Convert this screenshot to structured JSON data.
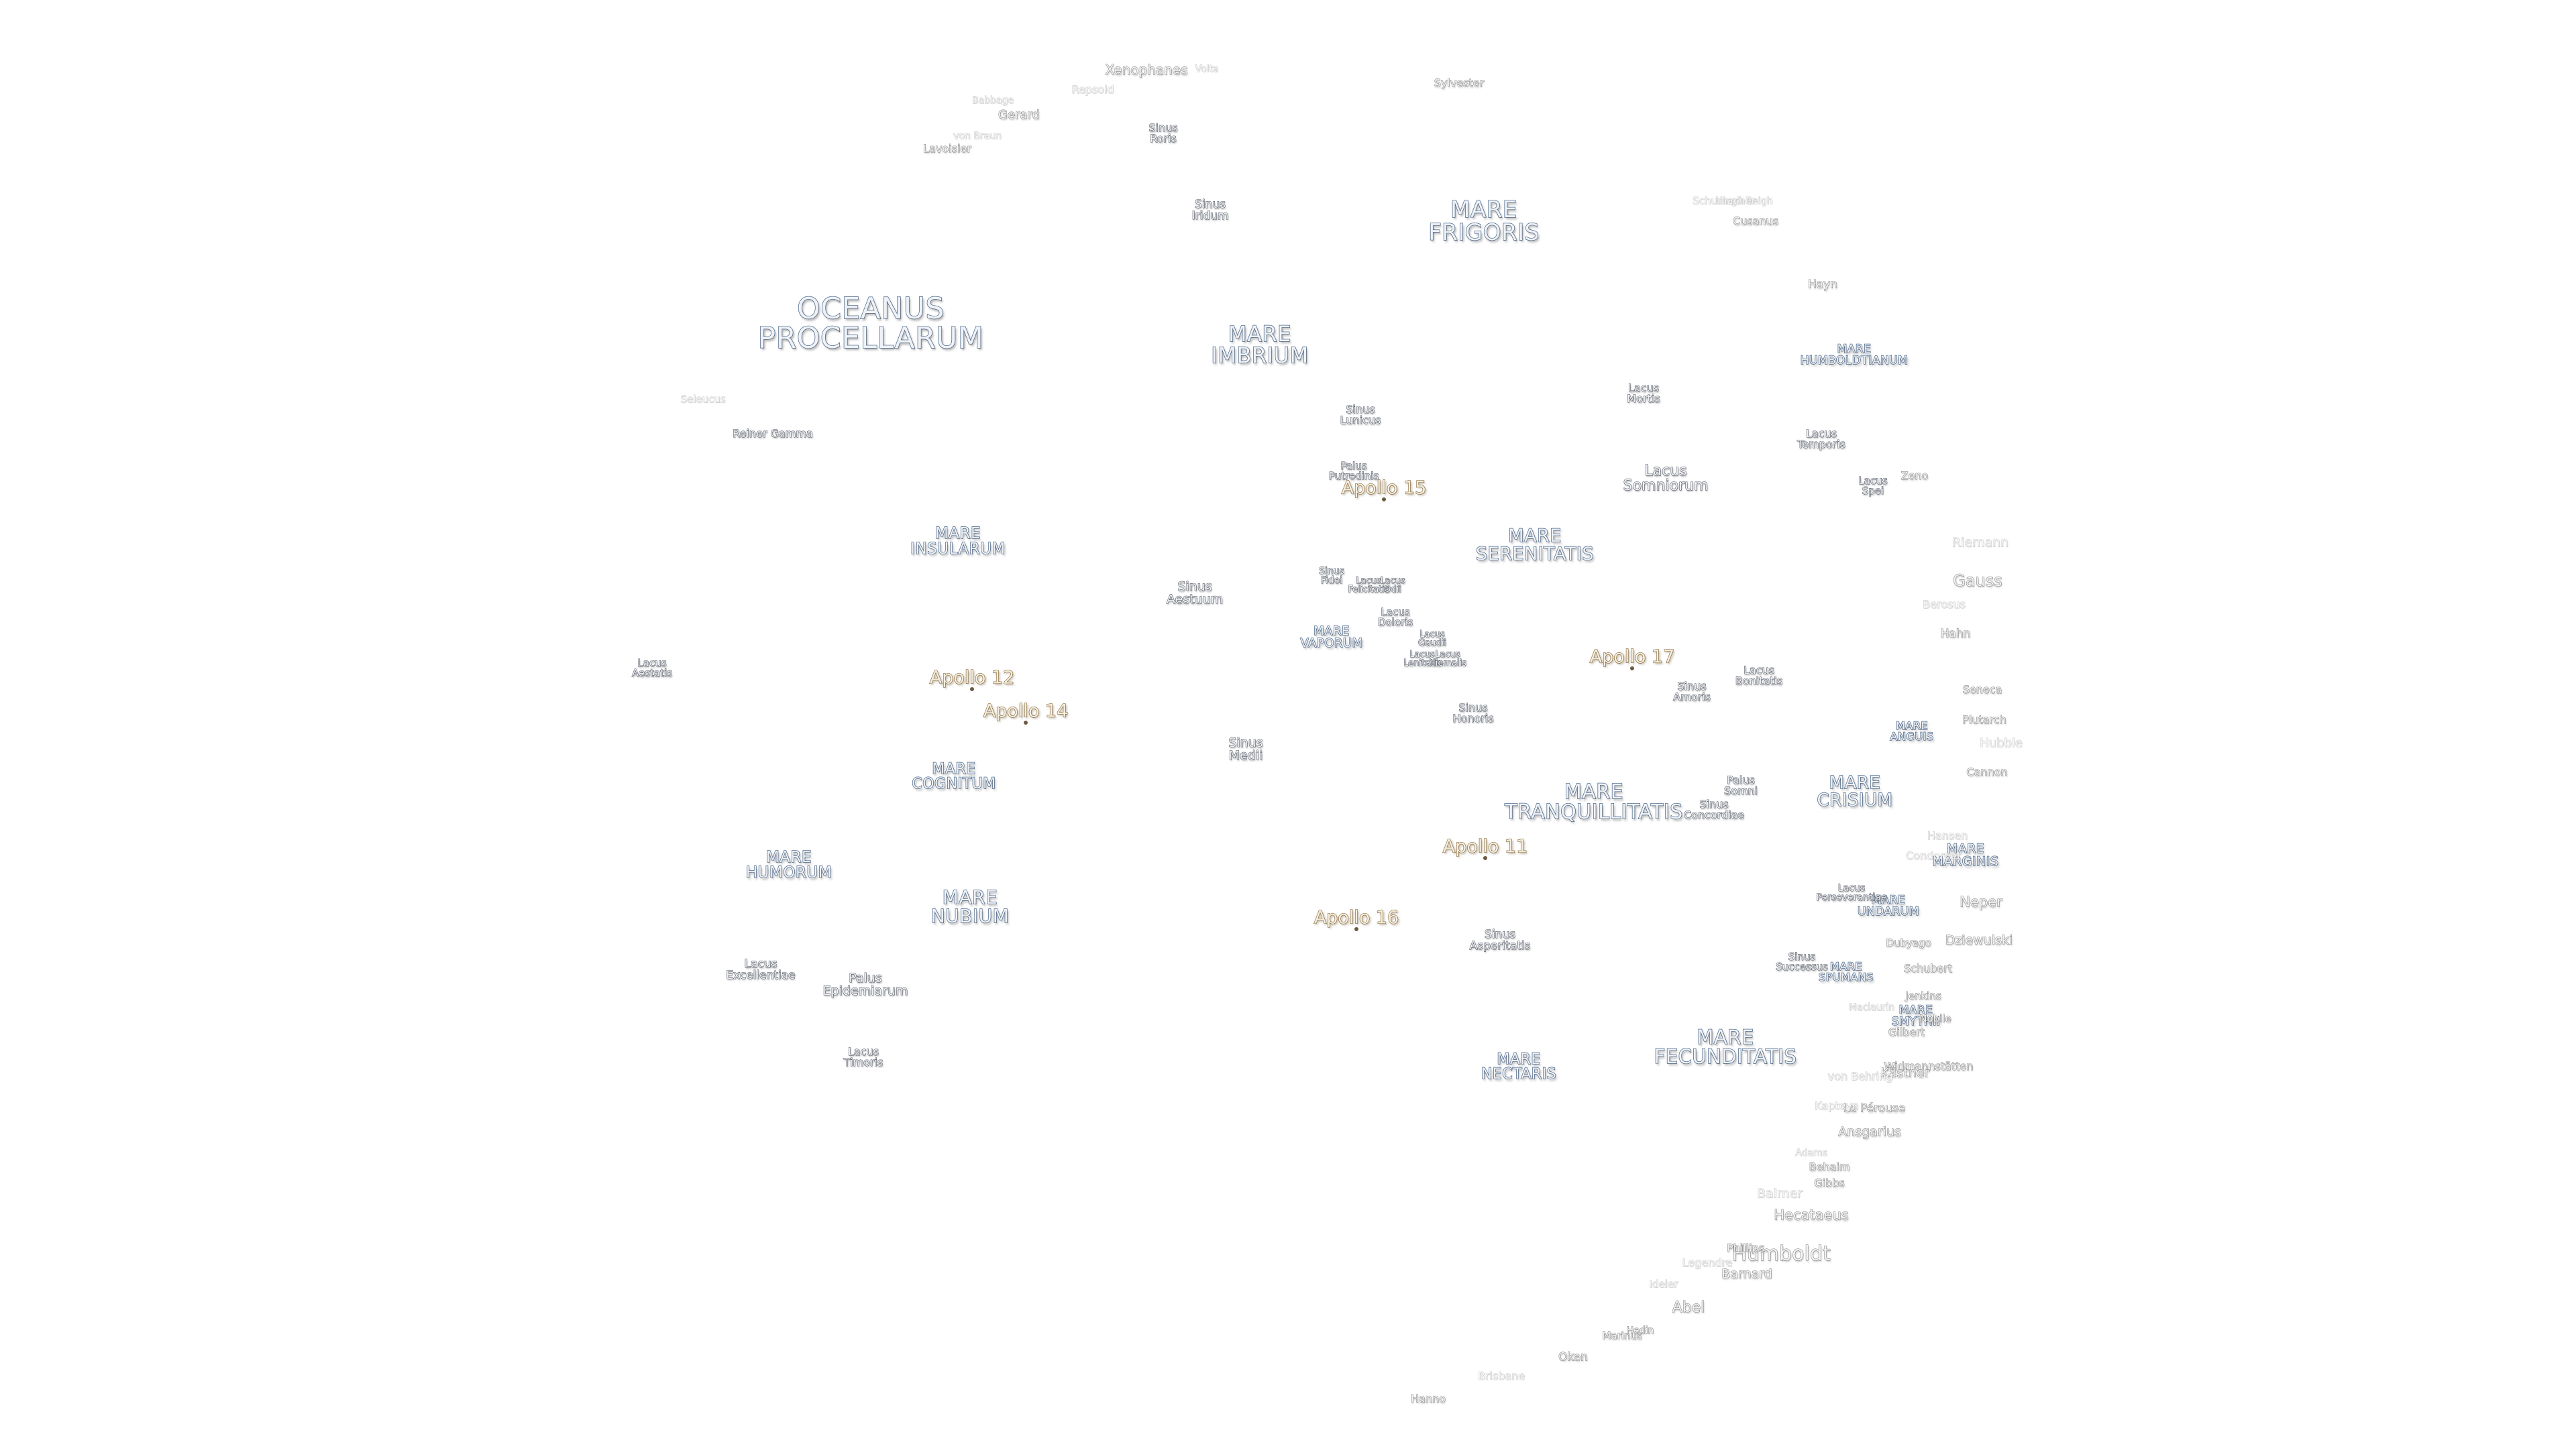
{
  "map": {
    "maria": [
      "OCEANUS\nPROCELLARUM",
      "MARE\nFRIGORIS",
      "MARE\nIMBRIUM",
      "MARE\nSERENITATIS",
      "MARE\nTRANQUILLITATIS",
      "MARE\nCRISIUM",
      "MARE\nFECUNDITATIS",
      "MARE\nNECTARIS",
      "MARE\nNUBIUM",
      "MARE\nHUMORUM",
      "MARE\nCOGNITUM",
      "MARE\nINSULARUM",
      "MARE\nVAPORUM",
      "MARE\nHUMBOLDTIANUM",
      "MARE\nANGUIS",
      "MARE\nMARGINIS",
      "MARE\nUNDARUM",
      "MARE\nSPUMANS",
      "MARE\nSMYTHII"
    ],
    "minor_features": [
      "Sinus\nRoris",
      "Sinus\nIridum",
      "Sinus\nLunicus",
      "Palus\nPutredinis",
      "Sinus\nAestuum",
      "Sinus\nFidei",
      "Lacus\nFelicitatis",
      "Lacus\nOdii",
      "Lacus\nDoloris",
      "Lacus\nGaudii",
      "Lacus\nLenitatis",
      "Lacus\nHiemalis",
      "Sinus\nMedii",
      "Sinus\nHonoris",
      "Sinus\nAmoris",
      "Lacus\nBonitatis",
      "Palus\nSomni",
      "Sinus\nConcordiae",
      "Lacus\nMortis",
      "Lacus\nSomniorum",
      "Lacus\nTemporis",
      "Lacus\nSpei",
      "Sinus\nAsperitatis",
      "Sinus\nSuccessus",
      "Lacus\nPerseverantiae",
      "Lacus\nAestatis",
      "Lacus\nExcellentiae",
      "Palus\nEpidemiarum",
      "Lacus\nTimoris",
      "Reiner Gamma"
    ],
    "apollo_sites": [
      "Apollo 15",
      "Apollo 17",
      "Apollo 12",
      "Apollo 14",
      "Apollo 11",
      "Apollo 16"
    ],
    "craters": [
      "Xenophanes",
      "Sylvester",
      "Gerard",
      "Lavoisier",
      "Cusanus",
      "Hayn",
      "Zeno",
      "Gauss",
      "Hahn",
      "Seneca",
      "Plutarch",
      "Cannon",
      "Neper",
      "Dziewulski",
      "Schubert",
      "Jenkins",
      "Nobile",
      "Widmannstätten",
      "Kästner",
      "La Pérouse",
      "Ansgarius",
      "Behaim",
      "Gibbs",
      "Hecataeus",
      "Humboldt",
      "Barnard",
      "Abel",
      "Marinus",
      "Hedin",
      "Oken",
      "Hanno",
      "Gilbert",
      "Dubyago",
      "Phillips"
    ],
    "faint_craters": [
      "Repsold",
      "Volta",
      "von Braun",
      "Ulugh Beigh",
      "Seleucus",
      "Riemann",
      "Berosus",
      "Hubble",
      "Hansen",
      "Condorcet",
      "Kapteyn",
      "Balmer",
      "Legendre",
      "Ideler",
      "Brisbane",
      "von Behring",
      "Schumacher",
      "Babbage",
      "Maclaurin",
      "Adams"
    ],
    "colors": {
      "background": "#ffffff",
      "mare_outline": "#4e6a8c",
      "feature_outline": "#4a4f5a",
      "crater_outline": "#7a7a7a",
      "faint_outline": "#c4c4c4",
      "apollo_outline": "#8a6a3a"
    }
  }
}
